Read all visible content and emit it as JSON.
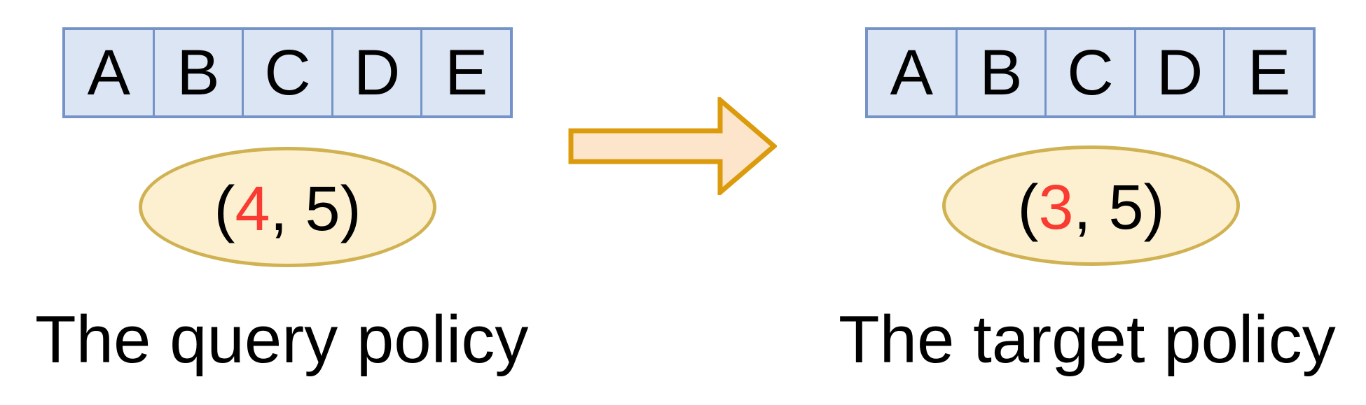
{
  "colors": {
    "background": "#ffffff",
    "cell_fill": "#dbe5f4",
    "cell_border": "#7593c7",
    "ellipse_fill": "#fcf0d0",
    "ellipse_border": "#d0b253",
    "arrow_fill": "#fde5cc",
    "arrow_border": "#dc9b0c",
    "highlight_red": "#f93b31",
    "text": "#000000"
  },
  "left": {
    "cells": [
      "A",
      "B",
      "C",
      "D",
      "E"
    ],
    "tuple": {
      "pre": "(",
      "highlight": "4",
      "post": ", 5)"
    },
    "caption": "The query policy"
  },
  "right": {
    "cells": [
      "A",
      "B",
      "C",
      "D",
      "E"
    ],
    "tuple": {
      "pre": "(",
      "highlight": "3",
      "post": ", 5)"
    },
    "caption": "The target policy"
  }
}
